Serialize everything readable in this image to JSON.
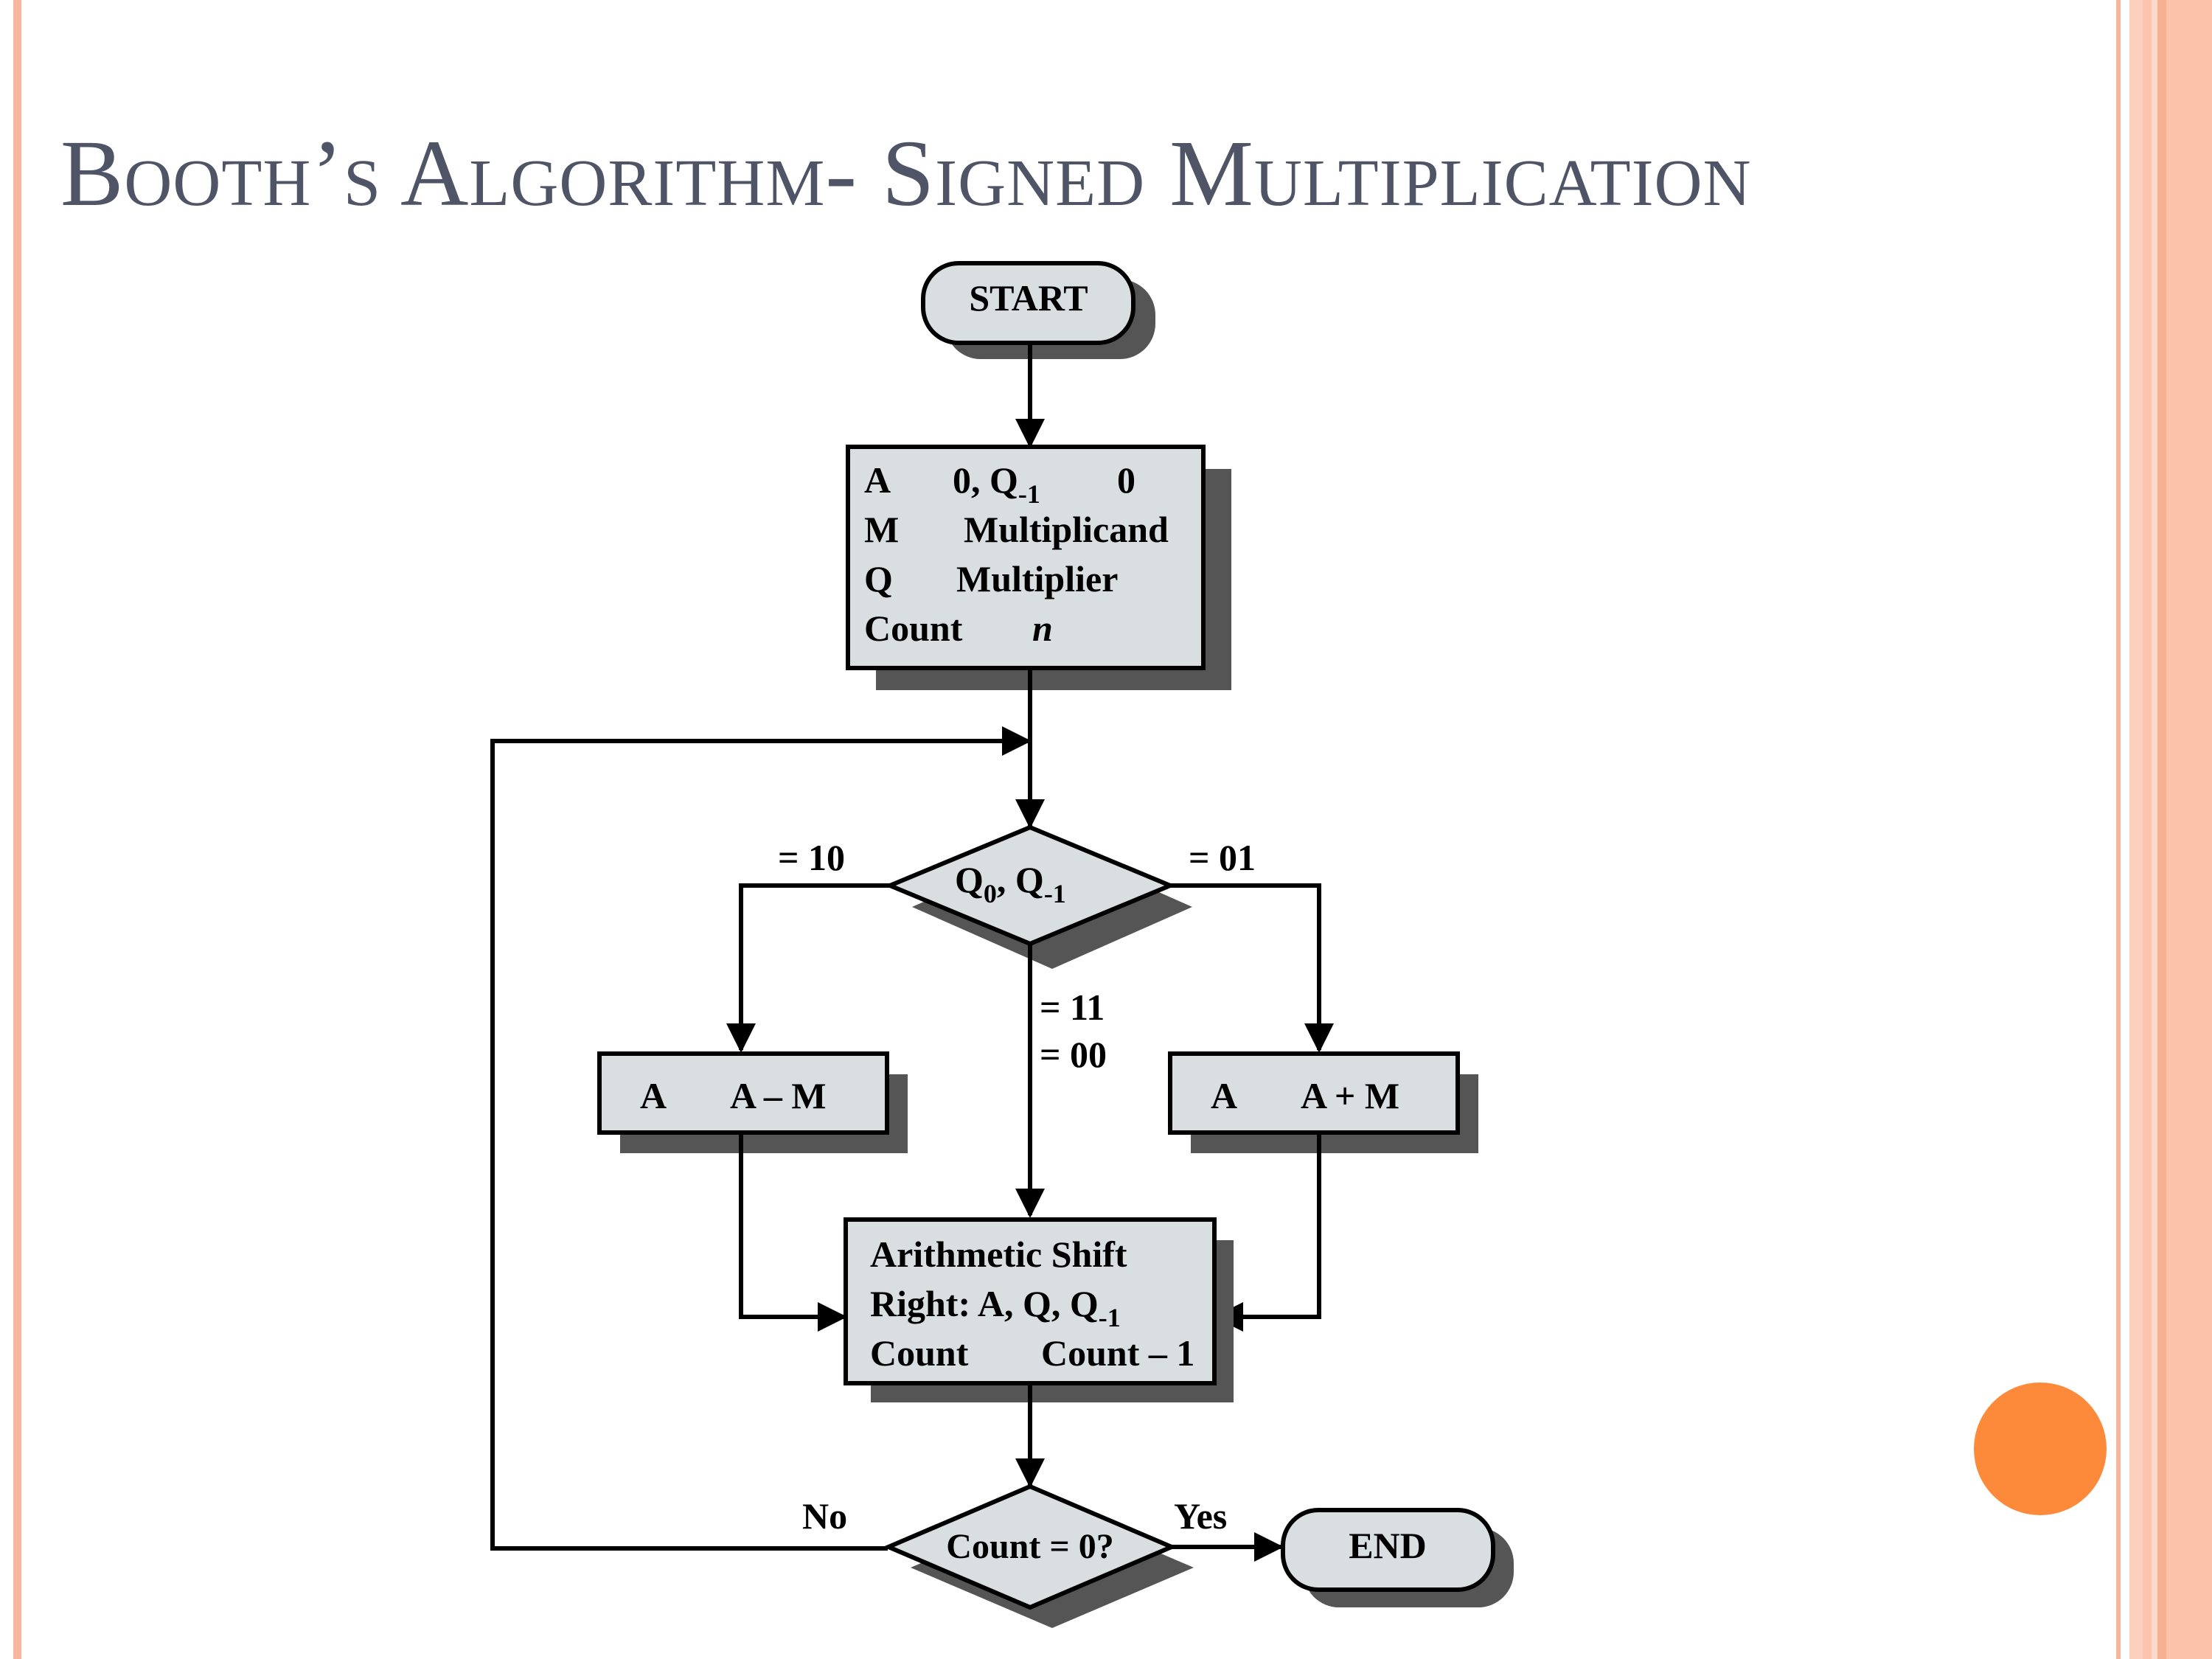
{
  "slide": {
    "title": "Booth’s Algorithm- Signed Multiplication",
    "accent_colors": {
      "border": "#f7b69d",
      "dot": "#fc8a3a",
      "title": "#4f5566",
      "box_fill": "#d9dee1",
      "shadow": "#555555"
    }
  },
  "flowchart": {
    "start": "START",
    "end": "END",
    "init": {
      "row1": {
        "reg": "A",
        "value": "0, Q",
        "value_sub": "-1",
        "value2": "0"
      },
      "row2": {
        "reg": "M",
        "value": "Multiplicand"
      },
      "row3": {
        "reg": "Q",
        "value": "Multiplier"
      },
      "row4": {
        "reg": "Count",
        "value": "n"
      }
    },
    "decision_bits": {
      "q0": "Q",
      "q0_sub": "0",
      "sep": ", Q",
      "qm1_sub": "-1"
    },
    "branch_labels": {
      "ten": "= 10",
      "zero_one": "= 01",
      "eleven": "= 11",
      "zero_zero": "= 00"
    },
    "subtract": {
      "reg": "A",
      "op": "A – M"
    },
    "add": {
      "reg": "A",
      "op": "A + M"
    },
    "shift": {
      "line1": "Arithmetic Shift",
      "line2": "Right: A, Q, Q",
      "line2_sub": "-1",
      "line3_left": "Count",
      "line3_right": "Count – 1"
    },
    "count_check": {
      "label": "Count = 0?",
      "no": "No",
      "yes": "Yes"
    }
  }
}
